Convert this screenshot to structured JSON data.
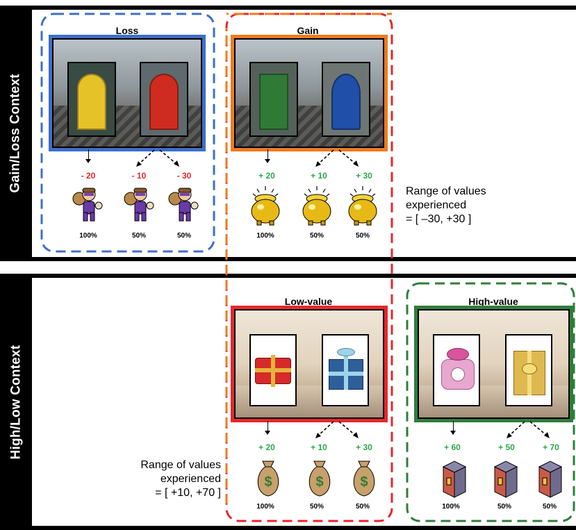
{
  "contexts": {
    "top_label": "Gain/Loss Context",
    "bottom_label": "High/Low Context"
  },
  "panels": {
    "loss": {
      "title": "Loss",
      "outcomes": [
        "- 20",
        "- 10",
        "- 30"
      ],
      "probs": [
        "100%",
        "50%",
        "50%"
      ],
      "color": "#e8262b",
      "frame_color": "#3d6fc9"
    },
    "gain": {
      "title": "Gain",
      "outcomes": [
        "+ 20",
        "+ 10",
        "+ 30"
      ],
      "probs": [
        "100%",
        "50%",
        "50%"
      ],
      "color": "#2aa84a",
      "frame_color": "#ee7a1e"
    },
    "low": {
      "title": "Low-value",
      "outcomes": [
        "+ 20",
        "+ 10",
        "+ 30"
      ],
      "probs": [
        "100%",
        "50%",
        "50%"
      ],
      "color": "#2aa84a",
      "frame_color": "#e8262b"
    },
    "high": {
      "title": "High-value",
      "outcomes": [
        "+ 60",
        "+ 50",
        "+ 70"
      ],
      "probs": [
        "100%",
        "50%",
        "50%"
      ],
      "color": "#2aa84a",
      "frame_color": "#2f7d3a"
    }
  },
  "ranges": {
    "top": {
      "line1": "Range of values",
      "line2": "experienced",
      "line3": "= [ –30, +30 ]"
    },
    "bottom": {
      "line1": "Range of values",
      "line2": "experienced",
      "line3": "= [ +10, +70 ]"
    }
  },
  "icons": {
    "loss_outcome": "thief-icon",
    "gain_outcome": "gold-pot-icon",
    "low_outcome": "money-bag-icon",
    "high_outcome": "treasure-box-icon"
  }
}
